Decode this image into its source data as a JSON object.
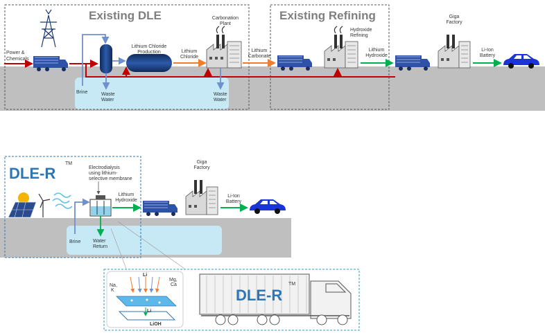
{
  "top": {
    "title_dle": "Existing DLE",
    "title_refining": "Existing Refining",
    "labels": {
      "power": "Power &",
      "chemicals": "Chemicals",
      "brine": "Brine",
      "waste_water_1a": "Waste",
      "waste_water_1b": "Water",
      "licl_prod_a": "Lithium Chloride",
      "licl_prod_b": "Production",
      "lithium_chloride_a": "Lithium",
      "lithium_chloride_b": "Chloride",
      "carbonation_a": "Carbonation",
      "carbonation_b": "Plant",
      "waste_water_2a": "Waste",
      "waste_water_2b": "Water",
      "lithium_carbonate_a": "Lithium",
      "lithium_carbonate_b": "Carbonate",
      "hydroxide_refining_a": "Hydroxide",
      "hydroxide_refining_b": "Refining",
      "lithium_hydroxide_a": "Lithium",
      "lithium_hydroxide_b": "Hydroxide",
      "giga_a": "Giga",
      "giga_b": "Factory",
      "li_ion_a": "Li-Ion",
      "li_ion_b": "Battery"
    }
  },
  "bottom": {
    "title": "DLE-R",
    "tm": "TM",
    "labels": {
      "electrodialysis_a": "Electrodialysis",
      "electrodialysis_b": "using lithium-",
      "electrodialysis_c": "selective membrane",
      "lithium_hydroxide_a": "Lithium",
      "lithium_hydroxide_b": "Hydroxide",
      "giga_a": "Giga",
      "giga_b": "Factory",
      "li_ion_a": "Li-Ion",
      "li_ion_b": "Battery",
      "brine": "Brine",
      "water_return_a": "Water",
      "water_return_b": "Return"
    }
  },
  "inset": {
    "li_top": "Li",
    "na": "Na,",
    "k": "K",
    "mg": "Mg,",
    "ca": "Ca",
    "li_bottom": "Li",
    "lioh": "LiOH",
    "truck_logo": "DLE-R",
    "truck_tm": "TM"
  },
  "colors": {
    "ground": "#bfbfbf",
    "water": "#c6e9f5",
    "arrow_red": "#c00000",
    "arrow_orange": "#ed7d31",
    "arrow_green": "#00b050",
    "arrow_blue": "#6f8fcf",
    "truck_blue": "#2e52a8",
    "car_blue": "#1a34d9",
    "logo_blue": "#2e75b6"
  }
}
